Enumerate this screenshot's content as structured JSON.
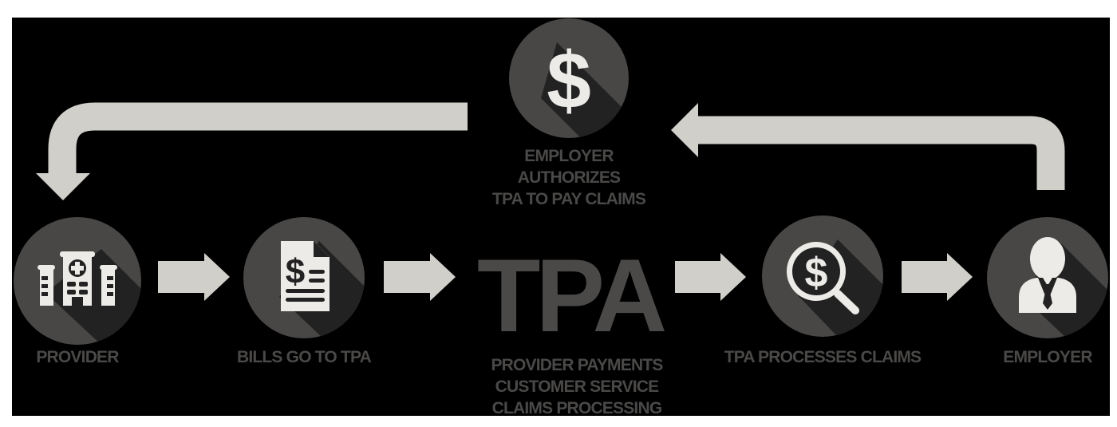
{
  "colors": {
    "background": "#000000",
    "page": "#ffffff",
    "circle": "#484746",
    "shadow": "#222222",
    "icon": "#ecebe8",
    "arrow": "#d1cfc9",
    "text": "#4a4948"
  },
  "top_node": {
    "icon": "dollar-sign-icon",
    "glyph": "$",
    "label_lines": [
      "EMPLOYER",
      "AUTHORIZES",
      "TPA TO PAY CLAIMS"
    ]
  },
  "center": {
    "title": "TPA",
    "services": [
      "PROVIDER PAYMENTS",
      "CUSTOMER SERVICE",
      "CLAIMS PROCESSING"
    ]
  },
  "nodes": [
    {
      "id": "provider",
      "icon": "hospital-icon",
      "label": "PROVIDER"
    },
    {
      "id": "bills",
      "icon": "invoice-dollar-icon",
      "label": "BILLS GO TO TPA"
    },
    {
      "id": "processes",
      "icon": "magnifier-dollar-icon",
      "label": "TPA PROCESSES CLAIMS"
    },
    {
      "id": "employer",
      "icon": "businessman-icon",
      "label": "EMPLOYER"
    }
  ],
  "flow": [
    "PROVIDER -> BILLS GO TO TPA",
    "BILLS GO TO TPA -> TPA",
    "TPA -> TPA PROCESSES CLAIMS",
    "TPA PROCESSES CLAIMS -> EMPLOYER",
    "EMPLOYER -> EMPLOYER AUTHORIZES TPA TO PAY CLAIMS",
    "EMPLOYER AUTHORIZES TPA TO PAY CLAIMS -> PROVIDER"
  ]
}
